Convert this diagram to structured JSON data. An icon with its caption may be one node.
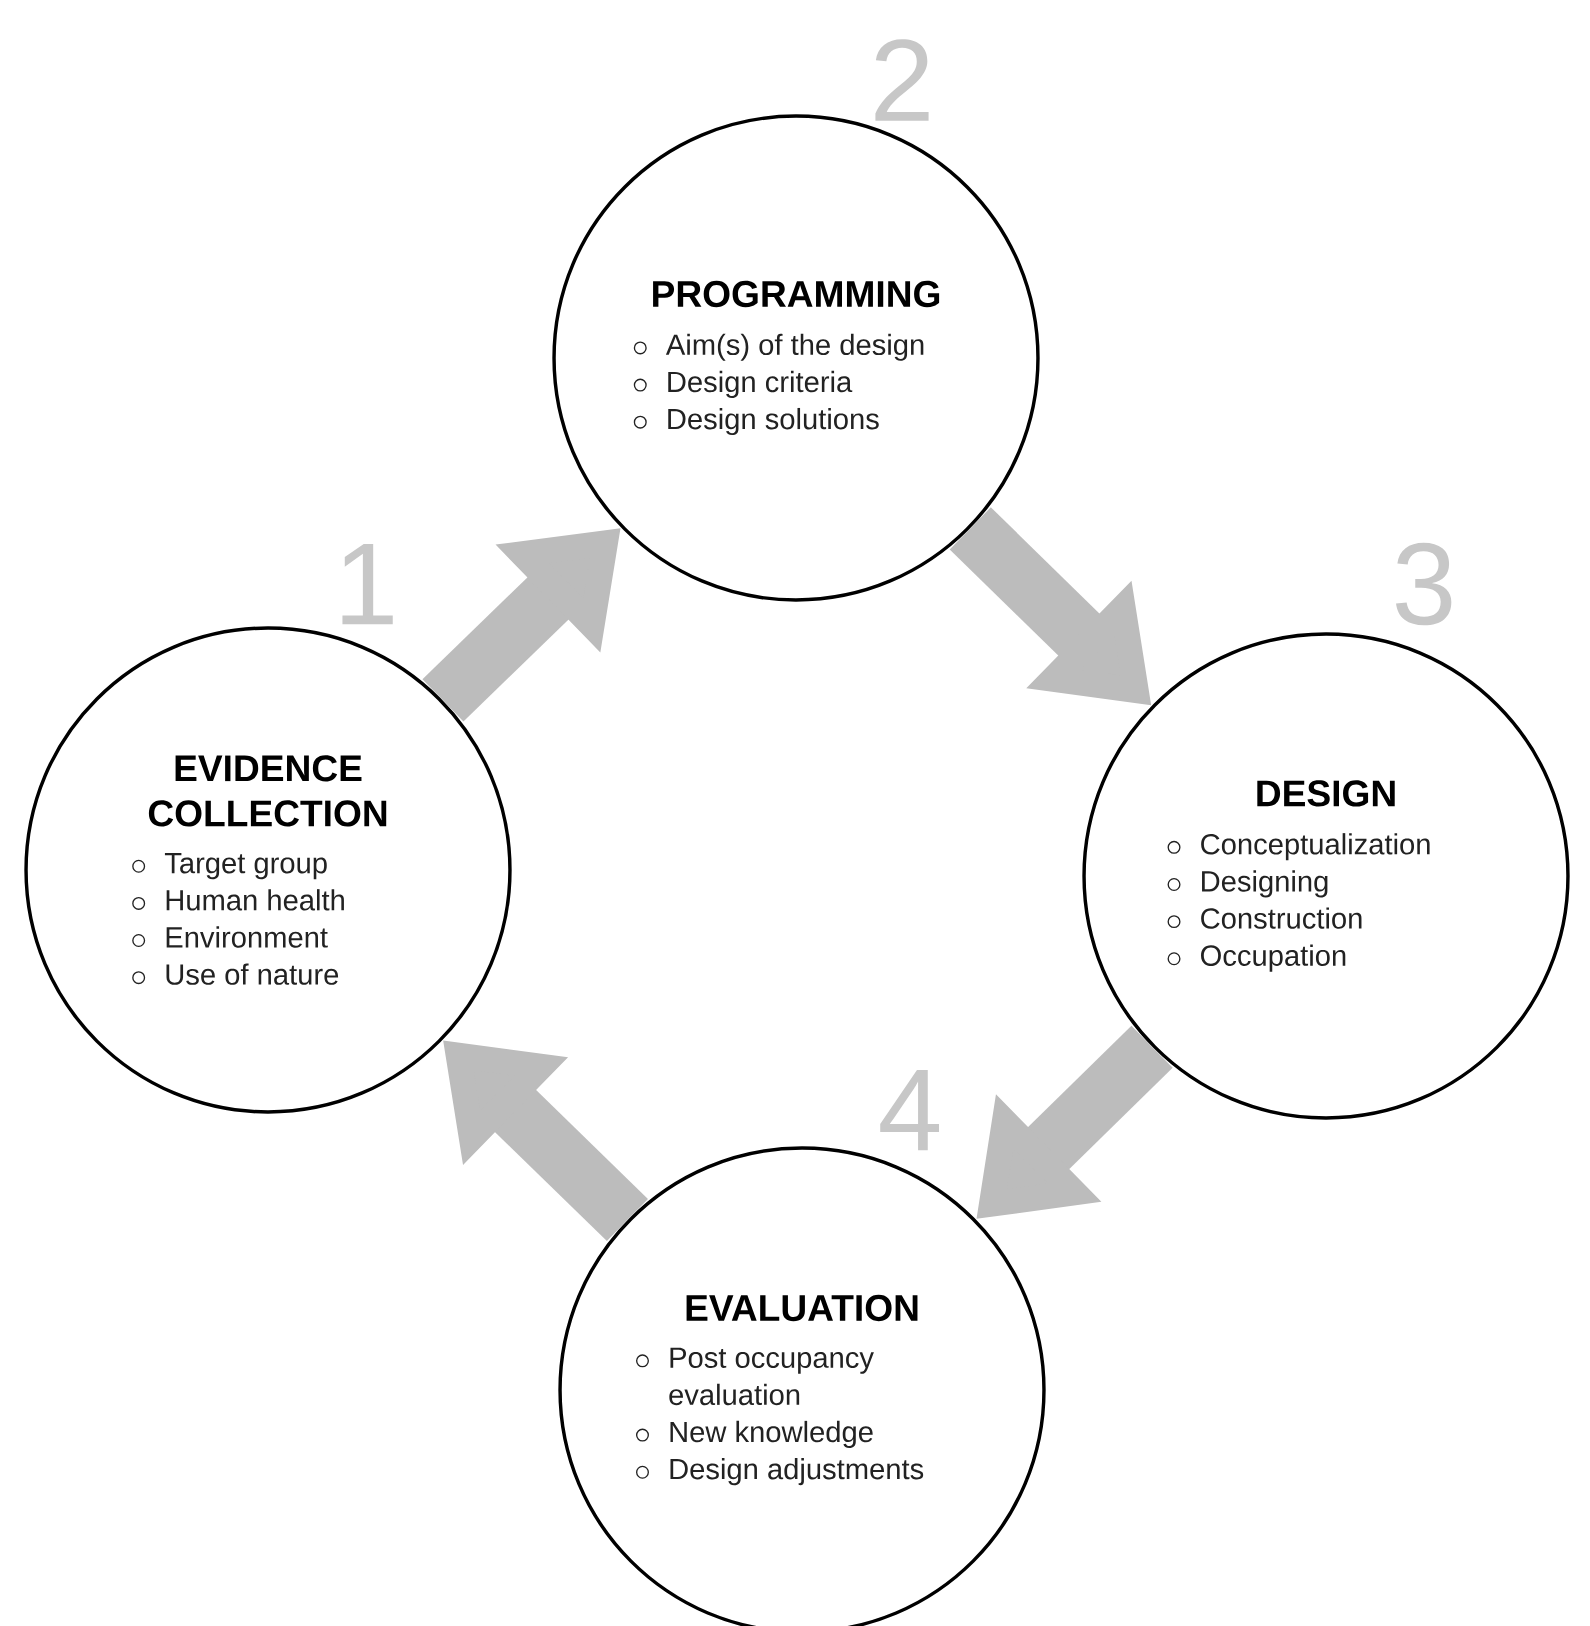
{
  "diagram": {
    "nodes": [
      {
        "text": [
          "PROGRAMMING",
          "Aim(s) of the design",
          "Design criteria",
          "Design solutions"
        ]
      },
      {
        "text": [
          "EVIDENCE COLLECTION",
          "Target group",
          "Human health",
          "Environment",
          "Use of nature"
        ]
      },
      {
        "text": [
          "DESIGN",
          "Conceptualization",
          "Designing",
          "Construction",
          "Occupation"
        ]
      },
      {
        "text": [
          "EVALUATION",
          "Post occupancy evaluation",
          "New knowledge",
          "Design adjustments"
        ]
      }
    ],
    "edges": [
      {
        "from": 1,
        "to": 0,
        "arrow": "to"
      },
      {
        "from": 0,
        "to": 2,
        "arrow": "to"
      },
      {
        "from": 2,
        "to": 3,
        "arrow": "to"
      },
      {
        "from": 3,
        "to": 1,
        "arrow": "to"
      }
    ],
    "labels": [
      "2",
      "1",
      "3",
      "4"
    ]
  }
}
